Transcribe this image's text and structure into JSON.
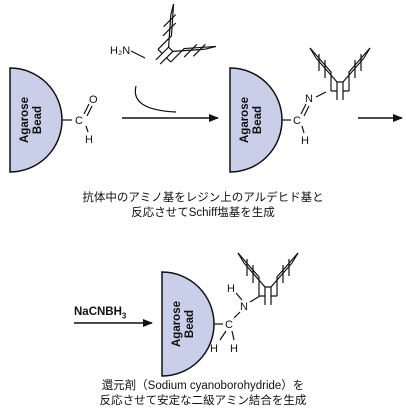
{
  "colors": {
    "bead_fill": "#c9cfe8",
    "stroke": "#111111",
    "background": "#ffffff"
  },
  "bead_line1": "Agarose",
  "bead_line2": "Bead",
  "step1": {
    "amine_label": "H₂N",
    "aldehyde_o": "O",
    "aldehyde_c": "C",
    "aldehyde_h": "H"
  },
  "step2": {
    "imine_c": "C",
    "imine_n": "N",
    "imine_h": "H"
  },
  "caption1": {
    "line1": "抗体中のアミノ基をレジン上のアルデヒド基と",
    "line2": "反応させてSchiff塩基を生成"
  },
  "step3": {
    "reagent_main": "NaCNBH",
    "reagent_sub": "3",
    "amine_h": "H",
    "amine_n": "N",
    "methylene_c": "C",
    "methylene_h1": "H",
    "methylene_h2": "H"
  },
  "caption2": {
    "line1": "還元剤（Sodium cyanoborohydride）を",
    "line2": "反応させて安定な二級アミン結合を生成"
  }
}
